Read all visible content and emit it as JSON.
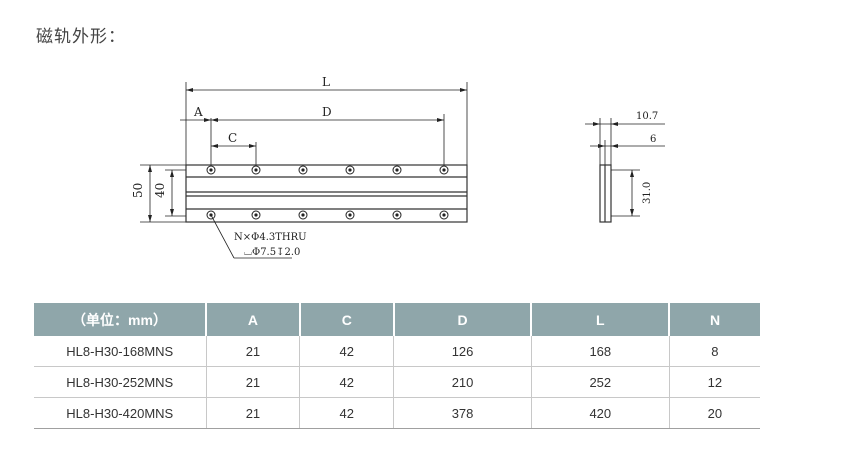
{
  "title": "磁轨外形：",
  "drawing": {
    "labels": {
      "L": "L",
      "D": "D",
      "A": "A",
      "C": "C",
      "h50": "50",
      "h40": "40",
      "note_line1": "N×Φ4.3THRU",
      "note_line2": "⌴Φ7.5↧2.0",
      "side_10_7": "10.7",
      "side_6": "6",
      "side_31": "31.0"
    }
  },
  "table": {
    "headers": [
      "（单位：mm）",
      "A",
      "C",
      "D",
      "L",
      "N"
    ],
    "rows": [
      [
        "HL8-H30-168MNS",
        "21",
        "42",
        "126",
        "168",
        "8"
      ],
      [
        "HL8-H30-252MNS",
        "21",
        "42",
        "210",
        "252",
        "12"
      ],
      [
        "HL8-H30-420MNS",
        "21",
        "42",
        "378",
        "420",
        "20"
      ]
    ]
  }
}
